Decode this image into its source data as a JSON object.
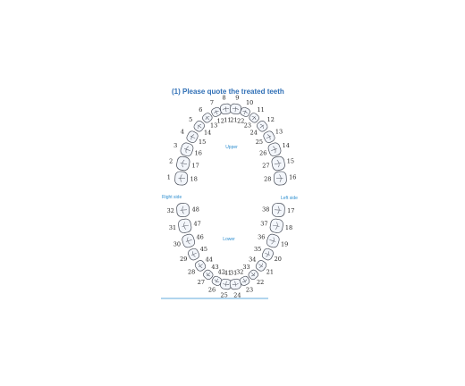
{
  "title": "(1) Please quote the treated teeth",
  "labels": {
    "upper": "Upper",
    "lower": "Lower",
    "right_side": "Right side",
    "left_side": "Left side"
  },
  "upper_teeth": [
    {
      "outer": "1",
      "inner": "18"
    },
    {
      "outer": "2",
      "inner": "17"
    },
    {
      "outer": "3",
      "inner": "16"
    },
    {
      "outer": "4",
      "inner": "15"
    },
    {
      "outer": "5",
      "inner": "14"
    },
    {
      "outer": "6",
      "inner": "13"
    },
    {
      "outer": "7",
      "inner": "12"
    },
    {
      "outer": "8",
      "inner": "11"
    },
    {
      "outer": "9",
      "inner": "21"
    },
    {
      "outer": "10",
      "inner": "22"
    },
    {
      "outer": "11",
      "inner": "23"
    },
    {
      "outer": "12",
      "inner": "24"
    },
    {
      "outer": "13",
      "inner": "25"
    },
    {
      "outer": "14",
      "inner": "26"
    },
    {
      "outer": "15",
      "inner": "27"
    },
    {
      "outer": "16",
      "inner": "28"
    }
  ],
  "lower_teeth": [
    {
      "outer": "32",
      "inner": "48"
    },
    {
      "outer": "31",
      "inner": "47"
    },
    {
      "outer": "30",
      "inner": "46"
    },
    {
      "outer": "29",
      "inner": "45"
    },
    {
      "outer": "28",
      "inner": "44"
    },
    {
      "outer": "27",
      "inner": "43"
    },
    {
      "outer": "26",
      "inner": "42"
    },
    {
      "outer": "25",
      "inner": "41"
    },
    {
      "outer": "24",
      "inner": "31"
    },
    {
      "outer": "23",
      "inner": "32"
    },
    {
      "outer": "22",
      "inner": "33"
    },
    {
      "outer": "21",
      "inner": "34"
    },
    {
      "outer": "20",
      "inner": "35"
    },
    {
      "outer": "19",
      "inner": "36"
    },
    {
      "outer": "18",
      "inner": "37"
    },
    {
      "outer": "17",
      "inner": "38"
    }
  ],
  "colors": {
    "title": "#2f6fb6",
    "label": "#2f8fd0",
    "outline": "#4a4f5a",
    "rule": "#2f8fd0"
  }
}
